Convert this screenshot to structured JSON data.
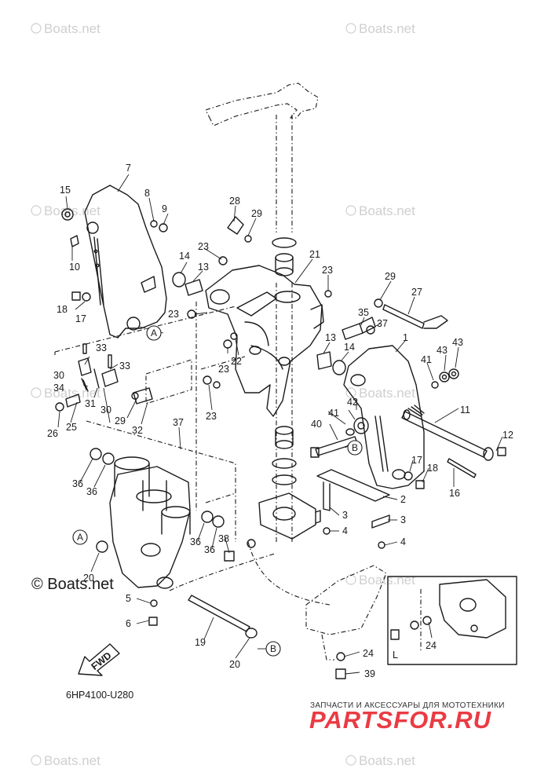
{
  "watermark": "Boats.net",
  "copyright": "© Boats.net",
  "diagram_code": "6HP4100-U280",
  "fwd_label": "FWD",
  "inset_label": "L",
  "brand": {
    "subtitle": "ЗАПЧАСТИ И АКСЕССУАРЫ ДЛЯ МОТОТЕХНИКИ",
    "logo_text": "PARTSFOR.RU",
    "colors": {
      "logo": "#ea3b43",
      "text": "#333333"
    }
  },
  "circle_refs": [
    "A",
    "B"
  ],
  "callouts": [
    "1",
    "2",
    "3",
    "3",
    "4",
    "4",
    "5",
    "6",
    "7",
    "8",
    "9",
    "10",
    "11",
    "12",
    "13",
    "13",
    "14",
    "14",
    "15",
    "16",
    "17",
    "17",
    "18",
    "18",
    "19",
    "20",
    "20",
    "21",
    "22",
    "23",
    "23",
    "23",
    "23",
    "23",
    "24",
    "24",
    "25",
    "26",
    "27",
    "28",
    "29",
    "29",
    "29",
    "30",
    "30",
    "31",
    "32",
    "33",
    "33",
    "34",
    "35",
    "36",
    "36",
    "36",
    "36",
    "37",
    "37",
    "38",
    "39",
    "40",
    "41",
    "41",
    "42",
    "43",
    "43"
  ]
}
